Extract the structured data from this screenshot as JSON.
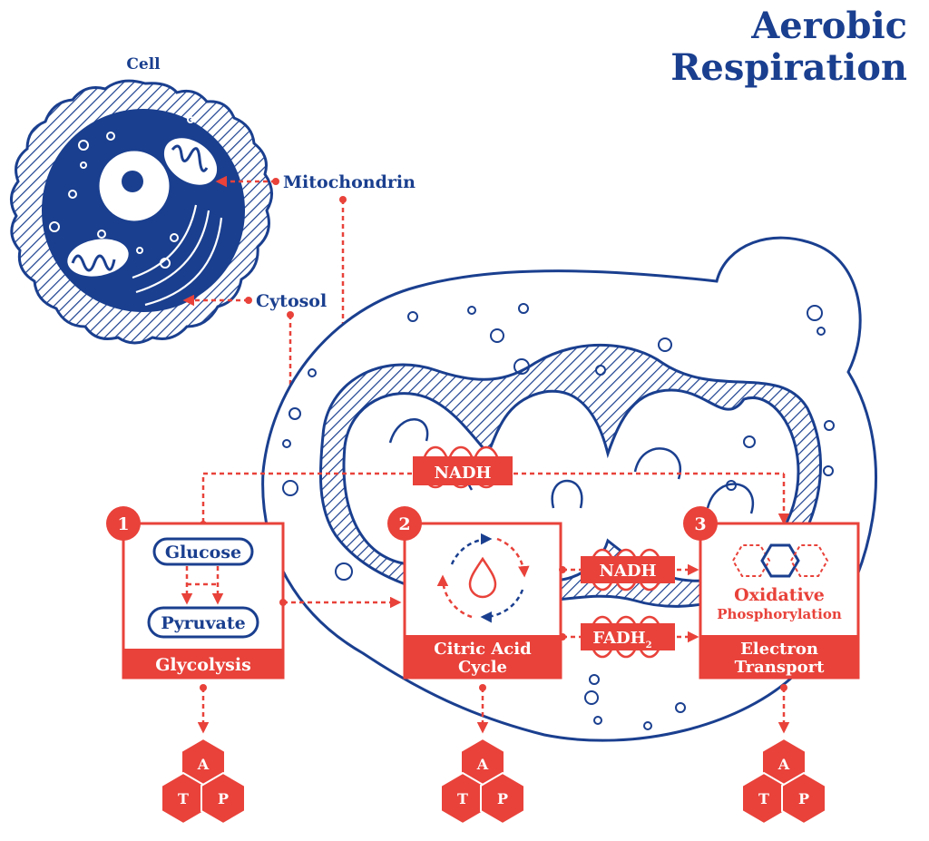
{
  "title": {
    "line1": "Aerobic",
    "line2": "Respiration"
  },
  "labels": {
    "cell": "Cell",
    "mitochondrin": "Mitochondrin",
    "cytosol": "Cytosol"
  },
  "steps": [
    {
      "number": "1",
      "caption": "Glycolysis",
      "items": [
        "Glucose",
        "Pyruvate"
      ]
    },
    {
      "number": "2",
      "caption_line1": "Citric Acid",
      "caption_line2": "Cycle"
    },
    {
      "number": "3",
      "caption_line1": "Electron",
      "caption_line2": "Transport",
      "sub_line1": "Oxidative",
      "sub_line2": "Phosphorylation"
    }
  ],
  "carriers": {
    "top": "NADH",
    "middle": "NADH",
    "bottom": "FADH",
    "bottom_subscript": "2"
  },
  "atp": [
    "A",
    "T",
    "P"
  ],
  "colors": {
    "blue": "#1a3f8f",
    "red": "#e8423a",
    "white": "#ffffff"
  }
}
